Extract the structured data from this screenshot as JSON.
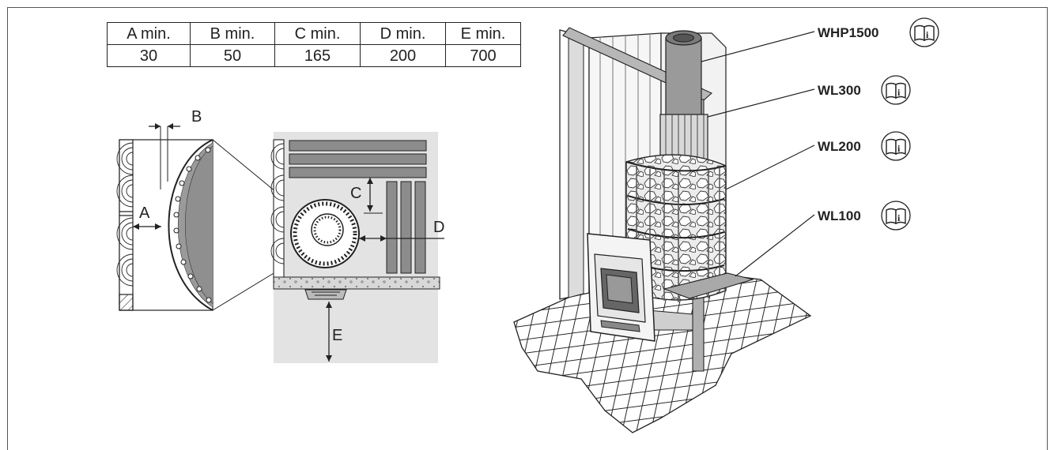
{
  "table": {
    "headers": [
      "A min.",
      "B min.",
      "C min.",
      "D min.",
      "E min."
    ],
    "values": [
      "30",
      "50",
      "165",
      "200",
      "700"
    ]
  },
  "labels": {
    "a": "A",
    "b": "B",
    "c": "C",
    "d": "D",
    "e": "E"
  },
  "products": [
    {
      "name": "WHP1500",
      "icon": "manual-info-icon"
    },
    {
      "name": "WL300",
      "icon": "manual-info-icon"
    },
    {
      "name": "WL200",
      "icon": "manual-info-icon"
    },
    {
      "name": "WL100",
      "icon": "manual-info-icon"
    }
  ],
  "colors": {
    "line": "#222222",
    "panel": "#e3e3e3",
    "rail": "#a3a3a3",
    "wall": "#cfcfcf"
  }
}
